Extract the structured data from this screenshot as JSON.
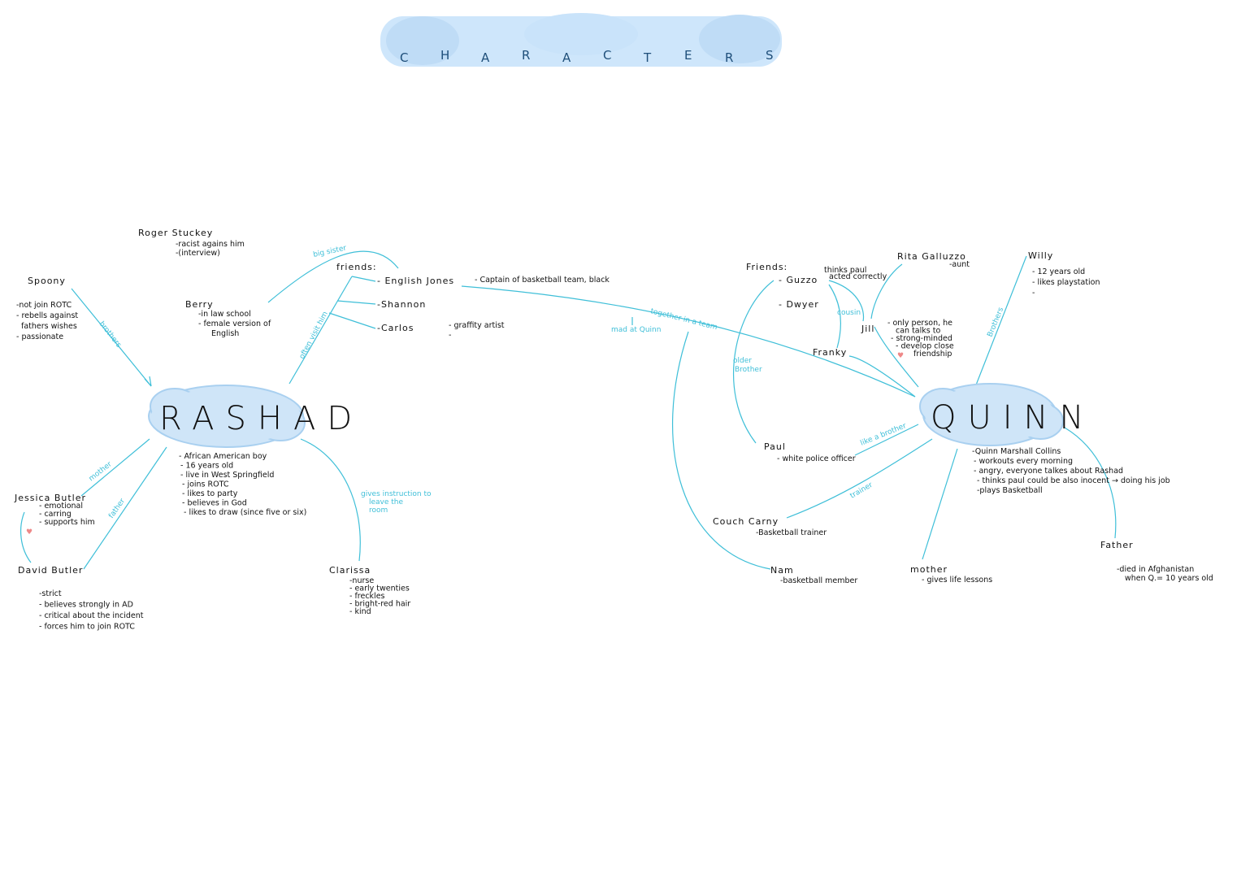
{
  "title": {
    "text": "CHARACTERS",
    "letters": [
      "C",
      "H",
      "A",
      "R",
      "A",
      "C",
      "T",
      "E",
      "R",
      "S"
    ]
  },
  "rashad": {
    "name": "RASHAD",
    "notes": [
      "- African American boy",
      "- 16 years old",
      "- live in West Springfield",
      "- joins ROTC",
      "- likes to party",
      "- believes in God",
      "- likes to draw (since five or six)"
    ],
    "spoony": {
      "name": "Spoony",
      "notes": [
        "-not join ROTC",
        "- rebells against",
        "fathers wishes",
        "- passionate"
      ],
      "relation": "brothers"
    },
    "roger": {
      "name": "Roger Stuckey",
      "notes": [
        "-racist agains him",
        "-(interview)"
      ]
    },
    "berry": {
      "name": "Berry",
      "notes": [
        "-in law school",
        "- female version of",
        "English"
      ],
      "relation": "big sister"
    },
    "friends": {
      "label": "friends:",
      "often_visit": "often visit him",
      "items": [
        "- English Jones",
        "-Shannon",
        "-Carlos"
      ]
    },
    "english_note": "- Captain of basketball team, black",
    "carlos_note": [
      "- graffity artist",
      "-"
    ],
    "jessica": {
      "name": "Jessica Butler",
      "notes": [
        "- emotional",
        "- carring",
        "- supports him"
      ],
      "relation": "mother"
    },
    "david": {
      "name": "David Butler",
      "notes": [
        "-strict",
        "- believes strongly in AD",
        "- critical about the incident",
        "- forces him to join ROTC"
      ],
      "relation": "father"
    },
    "clarissa": {
      "name": "Clarissa",
      "notes": [
        "-nurse",
        "- early twenties",
        "- freckles",
        "- bright-red hair",
        "- kind"
      ],
      "relation": [
        "gives instruction to",
        "leave the",
        "room"
      ]
    }
  },
  "quinn": {
    "name": "QUINN",
    "notes": [
      "-Quinn Marshall Collins",
      "- workouts every morning",
      "- angry, everyone talkes about Rashad",
      "- thinks paul could be also inocent → doing his job",
      "-plays Basketball"
    ],
    "friends": {
      "label": "Friends:",
      "items": [
        "- Guzzo",
        "- Dwyer"
      ]
    },
    "guzzo_note": [
      "thinks paul",
      "acted correctly"
    ],
    "rita": {
      "name": "Rita Galluzzo",
      "note": "-aunt"
    },
    "cousin": "cousin",
    "jill": {
      "name": "Jill",
      "notes": [
        "- only person, he",
        "can talks to",
        "- strong-minded",
        "- develop close",
        "friendship"
      ]
    },
    "franky": "Franky",
    "willy": {
      "name": "Willy",
      "notes": [
        "- 12 years old",
        "- likes playstation",
        "-"
      ],
      "relation": "Brothers"
    },
    "paul": {
      "name": "Paul",
      "note": "- white police officer",
      "relation": "like a brother",
      "older": [
        "older",
        "Brother"
      ]
    },
    "coach": {
      "name": "Couch Carny",
      "note": "-Basketball trainer",
      "relation": "trainer"
    },
    "nam": {
      "name": "Nam",
      "note": "-basketball member"
    },
    "mother": {
      "name": "mother",
      "note": "- gives life lessons"
    },
    "father": {
      "name": "Father",
      "notes": [
        "-died in Afghanistan",
        "when Q.= 10 years old"
      ]
    },
    "together": "together in a team",
    "mad": "mad at Quinn"
  },
  "colors": {
    "accent": "#3fbfd8",
    "cloud": "#cfe5f8",
    "title": "#1f4f7a"
  }
}
